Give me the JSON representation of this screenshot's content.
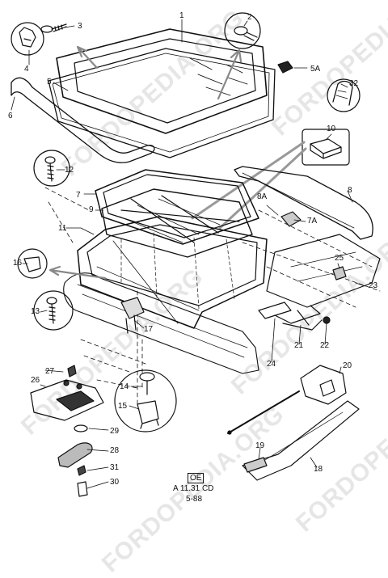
{
  "watermarks": [
    "FORDOPEDIA.ORG",
    "FORDOPEDIA.ORG",
    "FORDOPEDIA.ORG",
    "FORDOPEDIA.ORG",
    "FORDOPEDIA.ORG",
    "FORDOPEDIA.ORG"
  ],
  "callouts": {
    "c1": "1",
    "c2": "2",
    "c3": "3",
    "c4": "4",
    "c5": "5",
    "c5a": "5A",
    "c6": "6",
    "c7": "7",
    "c7a": "7A",
    "c8": "8",
    "c8a": "8A",
    "c9": "9",
    "c10": "10",
    "c11": "11",
    "c12": "12",
    "c13": "13",
    "c14": "14",
    "c15": "15",
    "c16": "16",
    "c17": "17",
    "c18": "18",
    "c19": "19",
    "c20": "20",
    "c21": "21",
    "c22": "22",
    "c23": "23",
    "c24": "24",
    "c25": "25",
    "c26": "26",
    "c27": "27",
    "c28": "28",
    "c29": "29",
    "c30": "30",
    "c31": "31",
    "c32": "32"
  },
  "footer": {
    "oe": "OE",
    "ref": "A 11.31 CD",
    "date": "5-88"
  }
}
